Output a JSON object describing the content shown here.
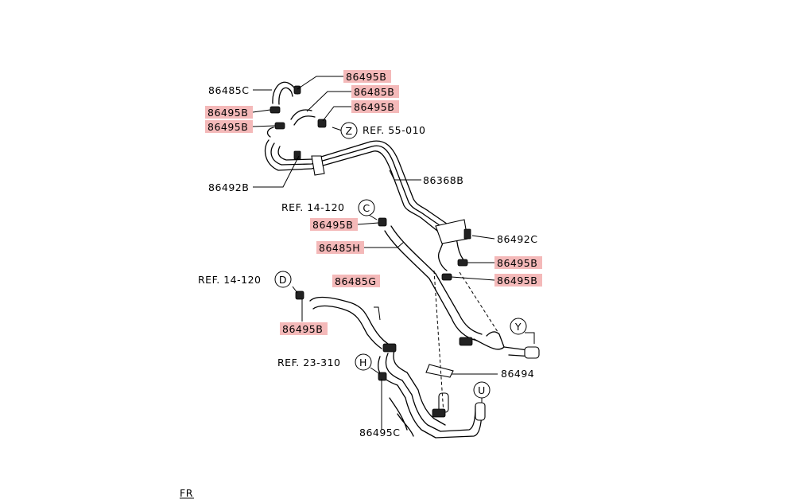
{
  "labels": {
    "l1": "86485C",
    "l2": "86495B",
    "l3": "86485B",
    "l4": "86495B",
    "l5": "86495B",
    "l6": "86495B",
    "l7": "REF. 55-010",
    "l8": "86492B",
    "l9": "86368B",
    "l10": "REF. 14-120",
    "l11": "86495B",
    "l12": "86485H",
    "l13": "86492C",
    "l14": "86495B",
    "l15": "86495B",
    "l16": "REF. 14-120",
    "l17": "86485G",
    "l18": "86495B",
    "l19": "REF. 23-310",
    "l20": "86494",
    "l21": "86495C",
    "l22": "FR"
  },
  "callouts": {
    "z": "Z",
    "c": "C",
    "d": "D",
    "h": "H",
    "y": "Y",
    "u": "U"
  },
  "colors": {
    "highlight": "#f4b9b9",
    "line": "#000000",
    "background": "#ffffff"
  }
}
